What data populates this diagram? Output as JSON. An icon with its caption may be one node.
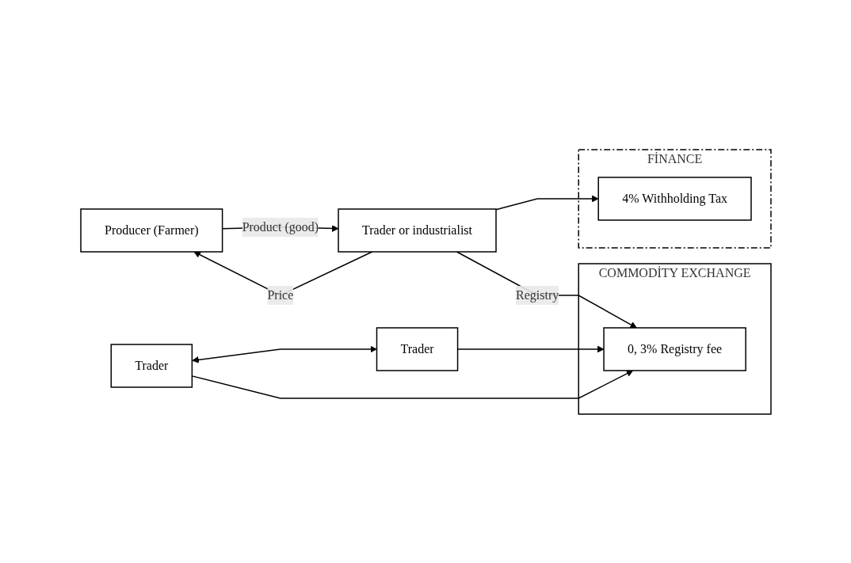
{
  "diagram": {
    "nodes": [
      {
        "text": [
          "Producer (Farmer)"
        ]
      },
      {
        "text": [
          "Trader or industrialist"
        ]
      },
      {
        "text": [
          "FİNANCE"
        ]
      },
      {
        "text": [
          "4% Withholding Tax"
        ],
        "in": 2
      },
      {
        "text": [
          "Trader"
        ]
      },
      {
        "text": [
          "Trader"
        ]
      },
      {
        "text": [
          "COMMODİTY EXCHANGE"
        ]
      },
      {
        "text": [
          "0, 3% Registry fee"
        ],
        "in": 6
      }
    ],
    "edges": [
      {
        "from": 0,
        "to": 1,
        "arrow": "to",
        "label": "Product (good)"
      },
      {
        "from": 1,
        "to": 0,
        "arrow": "to",
        "label": "Price"
      },
      {
        "from": 1,
        "to": 3,
        "arrow": "to"
      },
      {
        "from": 1,
        "to": 7,
        "arrow": "to",
        "label": "Registry"
      },
      {
        "from": 4,
        "to": 5,
        "arrow": "both"
      },
      {
        "from": 4,
        "to": 7,
        "arrow": "to"
      },
      {
        "from": 5,
        "to": 7,
        "arrow": "to"
      }
    ]
  }
}
